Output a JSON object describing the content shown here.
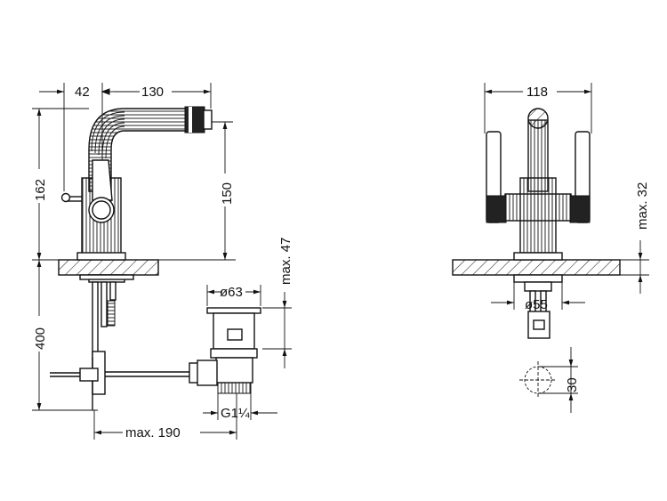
{
  "side_view": {
    "dim_spout_offset": "42",
    "dim_spout_reach": "130",
    "dim_total_height": "162",
    "dim_spout_height": "150",
    "dim_below_deck": "400",
    "dim_pop_up_diameter": "ø63",
    "dim_pop_up_height": "max. 47",
    "dim_thread": "G1¼",
    "dim_rod_length": "max. 190"
  },
  "front_view": {
    "dim_width": "118",
    "dim_deck_thickness": "max. 32",
    "dim_base_diameter": "ø55",
    "dim_hole": "30"
  }
}
